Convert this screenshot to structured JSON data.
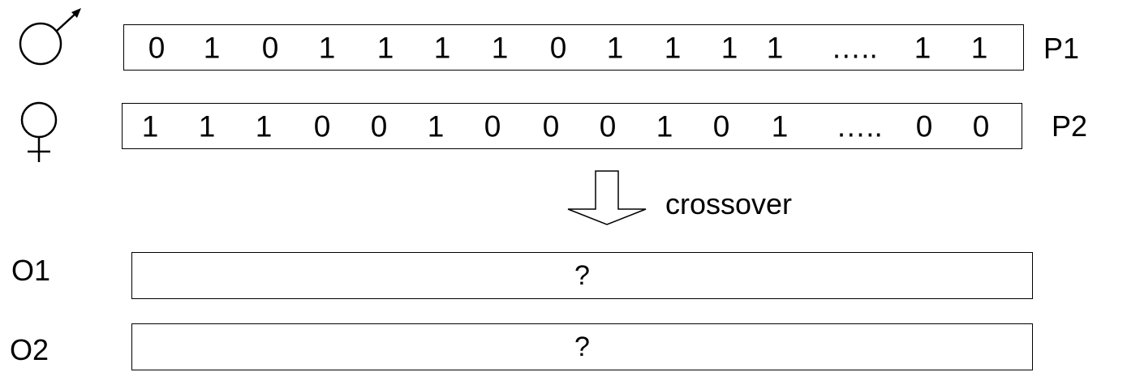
{
  "parents": [
    {
      "label": "P1",
      "sex_icon": "male-symbol-icon",
      "genes": [
        "0",
        "1",
        "0",
        "1",
        "1",
        "1",
        "1",
        "0",
        "1",
        "1",
        "1",
        "1",
        "…..",
        "1",
        "1"
      ]
    },
    {
      "label": "P2",
      "sex_icon": "female-symbol-icon",
      "genes": [
        "1",
        "1",
        "1",
        "0",
        "0",
        "1",
        "0",
        "0",
        "0",
        "1",
        "0",
        "1",
        "…..",
        "0",
        "0"
      ]
    }
  ],
  "operation": {
    "label": "crossover",
    "icon": "down-arrow-icon"
  },
  "offspring": [
    {
      "label": "O1",
      "content": "?"
    },
    {
      "label": "O2",
      "content": "?"
    }
  ]
}
